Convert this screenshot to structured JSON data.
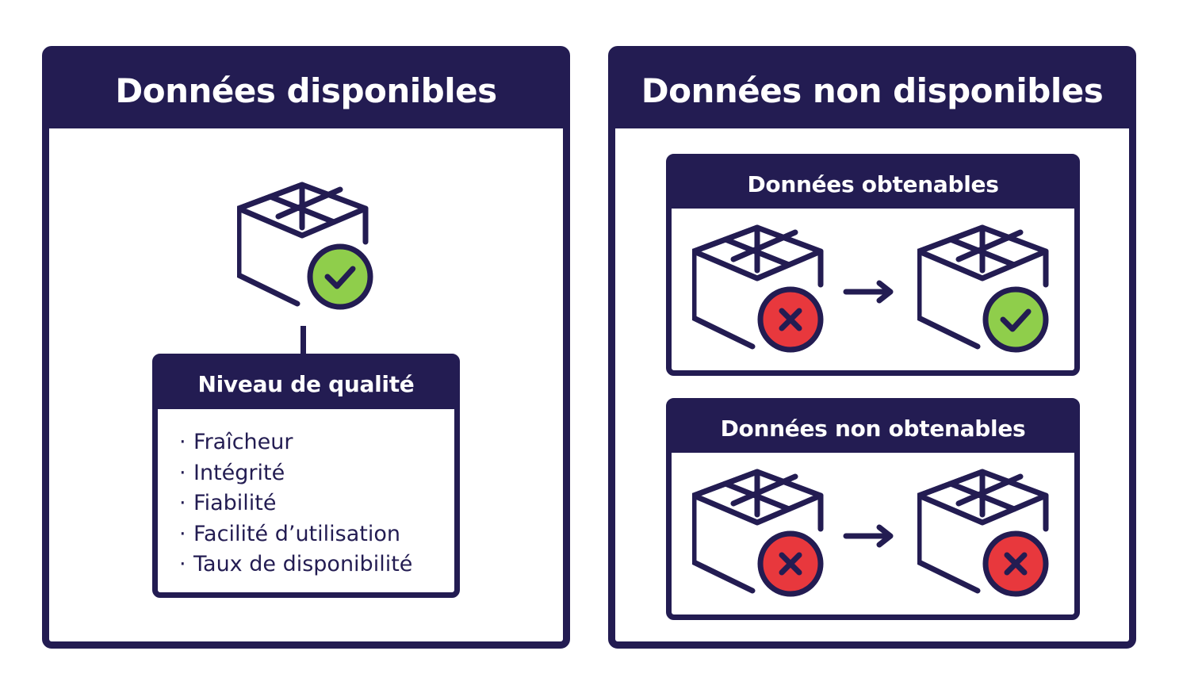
{
  "available": {
    "title": "Données disponibles",
    "quality": {
      "title": "Niveau de qualité",
      "items": [
        "Fraîcheur",
        "Intégrité",
        "Fiabilité",
        "Facilité d’utilisation",
        "Taux de disponibilité"
      ]
    }
  },
  "unavailable": {
    "title": "Données non disponibles",
    "obtainable": {
      "title": "Données obtenables"
    },
    "non_obtainable": {
      "title": "Données non obtenables"
    }
  },
  "colors": {
    "navy": "#231c52",
    "check_green": "#8fce4b",
    "cross_red": "#e8383d"
  }
}
